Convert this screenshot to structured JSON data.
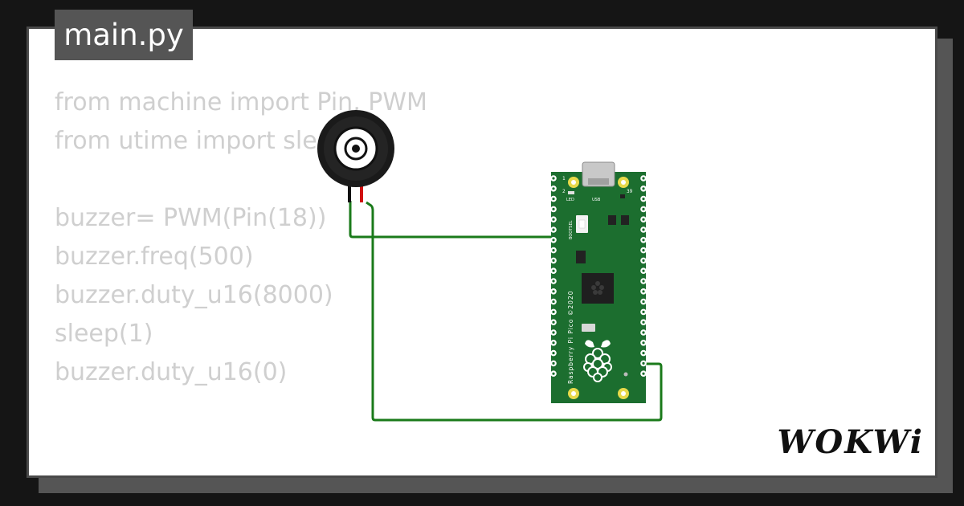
{
  "editor": {
    "filename": "main.py",
    "code_lines": [
      "from machine import Pin, PWM",
      "from utime import sleep",
      "",
      "buzzer= PWM(Pin(18))",
      "buzzer.freq(500)",
      "buzzer.duty_u16(8000)",
      "sleep(1)",
      "buzzer.duty_u16(0)"
    ]
  },
  "board": {
    "model_label": "Raspberry Pi Pico ©2020",
    "bootsel_label": "BOOTSEL",
    "led_label": "LED",
    "usb_label": "USB",
    "pin1_label": "1",
    "pin2_label": "2",
    "pin39_label": "39"
  },
  "components": {
    "buzzer": "buzzer-icon"
  },
  "brand": {
    "name": "WOKWi"
  },
  "colors": {
    "background": "#151515",
    "card": "#ffffff",
    "tab": "#555555",
    "code_text": "#cfcfcf",
    "wire": "#1a7a1a",
    "pcb": "#1c6e2f",
    "pad": "#e8d94a"
  }
}
